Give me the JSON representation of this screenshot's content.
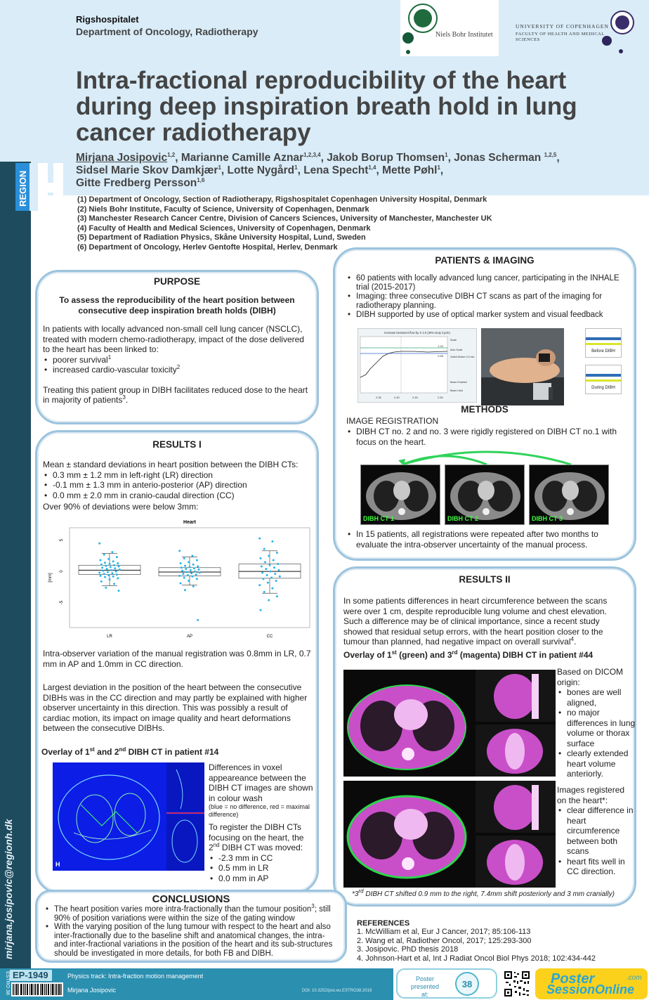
{
  "header": {
    "hospital": "Rigshospitalet",
    "department": "Department of Oncology, Radiotherapy",
    "nbi_logo_text": "Niels Bohr Institutet",
    "ku_logo_lines": [
      "UNIVERSITY OF COPENHAGEN",
      "FACULTY OF HEALTH AND MEDICAL",
      "SCIENCES"
    ],
    "region_logo_text": "REGION",
    "title": "Intra-fractional reproducibility of the heart during deep inspiration breath hold in lung cancer radiotherapy",
    "authors_lines": [
      "Mirjana Josipovic1,2, Marianne Camille Aznar1,2,3,4, Jakob Borup Thomsen1, Jonas Scherman 1,2,5,",
      "Sidsel Marie Skov Damkjær1, Lotte Nygård1, Lena Specht1,4, Mette Pøhl1,",
      "Gitte Fredberg Persson1,6"
    ],
    "affiliations": [
      "(1) Department of Oncology, Section of Radiotherapy, Rigshospitalet Copenhagen University Hospital, Denmark",
      "(2) Niels Bohr Institute, Faculty of Science, University of Copenhagen, Denmark",
      "(3) Manchester Research Cancer Centre, Division of Cancers Sciences,  University of Manchester, Manchester UK",
      "(4) Faculty of Health and Medical Sciences, University of Copenhagen, Denmark",
      "(5) Department of Radiation Physics, Skåne University Hospital, Lund, Sweden",
      "(6) Department of Oncology, Herlev Gentofte Hospital, Herlev, Denmark"
    ]
  },
  "sidebar": {
    "email": "mirjana.josipovic@regionh.dk"
  },
  "purpose": {
    "heading": "PURPOSE",
    "aim": "To assess the reproducibility of the heart position between consecutive deep inspiration breath holds (DIBH)",
    "intro": "In patients with locally advanced non-small cell lung cancer (NSCLC), treated with modern chemo-radiotherapy, impact of the dose delivered to the heart has been linked to:",
    "bullets": [
      "poorer survival1",
      "increased cardio-vascular toxicity2"
    ],
    "closing": "Treating this patient group in DIBH facilitates reduced dose to the heart in majority of patients3."
  },
  "results1": {
    "heading": "RESULTS I",
    "intro": "Mean ± standard deviations in heart position between the DIBH CTs:",
    "bullets": [
      "0.3 mm ± 1.2 mm in left-right (LR) direction",
      "-0.1 mm ± 1.3 mm in anterio-posterior (AP) direction",
      "0.0 mm ± 2.0 mm in cranio-caudal direction (CC)"
    ],
    "over90": "Over 90% of deviations were below 3mm:",
    "observer": "Intra-observer variation of the manual registration was 0.8mm in LR, 0.7 mm in AP and 1.0mm in CC direction.",
    "largest": "Largest deviation in the position of the heart between the consecutive DIBHs  was in the CC direction and may partly be explained with higher observer uncertainty in this direction. This was possibly a result of cardiac motion, its impact on image quality and heart deformations between the consecutive DIBHs.",
    "overlay_title": "Overlay of 1st and 2nd DIBH CT in patient #14",
    "overlay_desc": "Differences in voxel appeareance between the DIBH CT images are shown in colour wash",
    "overlay_note": "(blue = no difference, red = maximal difference)",
    "moved_intro": "To register the DIBH CTs focusing on the heart, the 2nd DIBH CT was moved:",
    "moved": [
      "-2.3 mm in CC",
      "0.5 mm in LR",
      "0.0 mm in AP"
    ],
    "colourwash_label": "H"
  },
  "chart_data": {
    "type": "scatter",
    "title": "Heart",
    "ylabel": "[mm]",
    "categories": [
      "LR",
      "AP",
      "CC"
    ],
    "y_ticks": [
      -5,
      0,
      5
    ],
    "ylim": [
      -9,
      7
    ],
    "boxes": [
      {
        "name": "LR",
        "q1": -0.5,
        "median": 0.2,
        "q3": 1.0,
        "whisker_low": -2.3,
        "whisker_high": 2.9
      },
      {
        "name": "AP",
        "q1": -0.7,
        "median": -0.1,
        "q3": 0.6,
        "whisker_low": -2.2,
        "whisker_high": 2.3
      },
      {
        "name": "CC",
        "q1": -1.1,
        "median": 0.0,
        "q3": 1.2,
        "whisker_low": -3.5,
        "whisker_high": 3.3
      }
    ],
    "points": {
      "LR": [
        4.5,
        3.1,
        2.7,
        2.3,
        2.0,
        1.8,
        1.6,
        1.4,
        1.3,
        1.2,
        1.1,
        1.0,
        0.9,
        0.8,
        0.7,
        0.6,
        0.5,
        0.4,
        0.3,
        0.2,
        0.1,
        0.0,
        -0.1,
        -0.2,
        -0.3,
        -0.4,
        -0.5,
        -0.6,
        -0.7,
        -0.8,
        -0.9,
        -1.1,
        -1.3,
        -1.6,
        -2.0,
        -2.6,
        -3.1
      ],
      "AP": [
        3.3,
        2.5,
        2.1,
        1.8,
        1.5,
        1.3,
        1.1,
        0.9,
        0.8,
        0.7,
        0.6,
        0.5,
        0.4,
        0.3,
        0.2,
        0.1,
        0.0,
        -0.1,
        -0.2,
        -0.3,
        -0.4,
        -0.5,
        -0.6,
        -0.7,
        -0.8,
        -1.0,
        -1.2,
        -1.5,
        -1.9,
        -2.4,
        -3.0,
        -7.8
      ],
      "CC": [
        5.3,
        4.8,
        3.6,
        3.0,
        2.5,
        2.1,
        1.8,
        1.5,
        1.2,
        1.0,
        0.8,
        0.6,
        0.4,
        0.2,
        0.0,
        -0.2,
        -0.4,
        -0.6,
        -0.8,
        -1.0,
        -1.2,
        -1.5,
        -1.8,
        -2.2,
        -2.7,
        -3.3,
        -4.0,
        -4.6,
        -6.2
      ]
    }
  },
  "patients": {
    "heading": "PATIENTS & IMAGING",
    "bullets": [
      "60 patients with locally advanced lung cancer, participating in the INHALE trial (2015-2017)",
      "Imaging: three consecutive DIBH CT scans as part of the imaging for radiotherapy planning.",
      "DIBH supported by use of optical marker system and visual feedback"
    ],
    "trace_title": "Increase treatment flow by X 2.0 (30% Duty Cycle)",
    "trace_labels": [
      "Scale",
      "Auto Scale",
      "Gated Motion 2.6 mm",
      "Beam Enabled",
      "Beam Hold"
    ],
    "trace_x": [
      "2.35",
      "2.40",
      "2.45",
      "2.50"
    ],
    "trace_values": [
      "1.20",
      "0.85"
    ],
    "before_label": "Before DIBH",
    "during_label": "During DIBH"
  },
  "methods": {
    "heading": "METHODS",
    "subheading": "IMAGE REGISTRATION",
    "bullets": [
      "DIBH CT no. 2 and no. 3 were rigidly registered on DIBH CT no.1 with focus on the heart."
    ],
    "scan_labels": [
      "DIBH CT 1",
      "DIBH CT 2",
      "DIBH CT 3"
    ],
    "repeat": "In 15 patients, all registrations were repeated after two months to evaluate the intra-observer uncertainty of the manual process."
  },
  "results2": {
    "heading": "RESULTS II",
    "intro": "In some patients differences in heart circumference between the scans were over 1 cm, despite reproducible lung volume and chest elevation. Such a difference may be of clinical importance, since a recent study showed that residual setup errors, with the heart position closer to the tumour than planned, had negative impact on overall survival4.",
    "overlay_title": "Overlay of 1st (green)  and 3rd (magenta) DIBH CT in patient #44",
    "dicom_intro": "Based on DICOM origin:",
    "dicom_bullets": [
      "bones are well aligned,",
      "no major differences in lung volume or thorax surface",
      "clearly extended heart volume anteriorly."
    ],
    "heart_intro": "Images registered on the heart*:",
    "heart_bullets": [
      "clear difference in heart circumference between both scans",
      "heart fits well in CC direction."
    ],
    "footnote": "*3rd DIBH CT shifted 0.9 mm to the right, 7.4mm shift posteriorly and 3 mm cranially)"
  },
  "conclusions": {
    "heading": "CONCLUSIONS",
    "bullets": [
      "The heart position varies more intra-fractionally than the tumour position3; still 90% of position variations were within the size of the gating window",
      "With the varying position of the lung tumour with respect to the heart and also inter-fractionally due to the baseline shift and anatomical changes, the intra- and inter-fractional variations in the position of the heart and its sub-structures should be investigated in more details, for both FB and DIBH."
    ]
  },
  "references": {
    "heading": "REFERENCES",
    "items": [
      "1. McWilliam et al, Eur J Cancer, 2017; 85:106-113",
      "2. Wang et al, Radiother Oncol, 2017; 125:293-300",
      "3. Josipovic. PhD thesis 2018",
      "4. Johnson-Hart et al, Int J Radiat Oncol Biol Phys 2018; 102:434-442"
    ]
  },
  "footer": {
    "ep": "EP-1949",
    "estro": "ESTRO 38",
    "track": "Physics track: Intra-fraction motion management",
    "author": "Mirjana Josipovic",
    "doi": "DOI: 10.3252/pso.eu.ESTRO38.2019",
    "presented": "Poster presented at:",
    "badge_number": "38",
    "pso_text1": "Poster",
    "pso_text2": "SessionOnline",
    "pso_com": ".com"
  },
  "colors": {
    "panel_border": "#9cc3dd",
    "header_bg": "#d9ecf8",
    "sidebar": "#1f4b5e",
    "footer": "#2b8fb0",
    "pso_yellow": "#fbd11c"
  }
}
